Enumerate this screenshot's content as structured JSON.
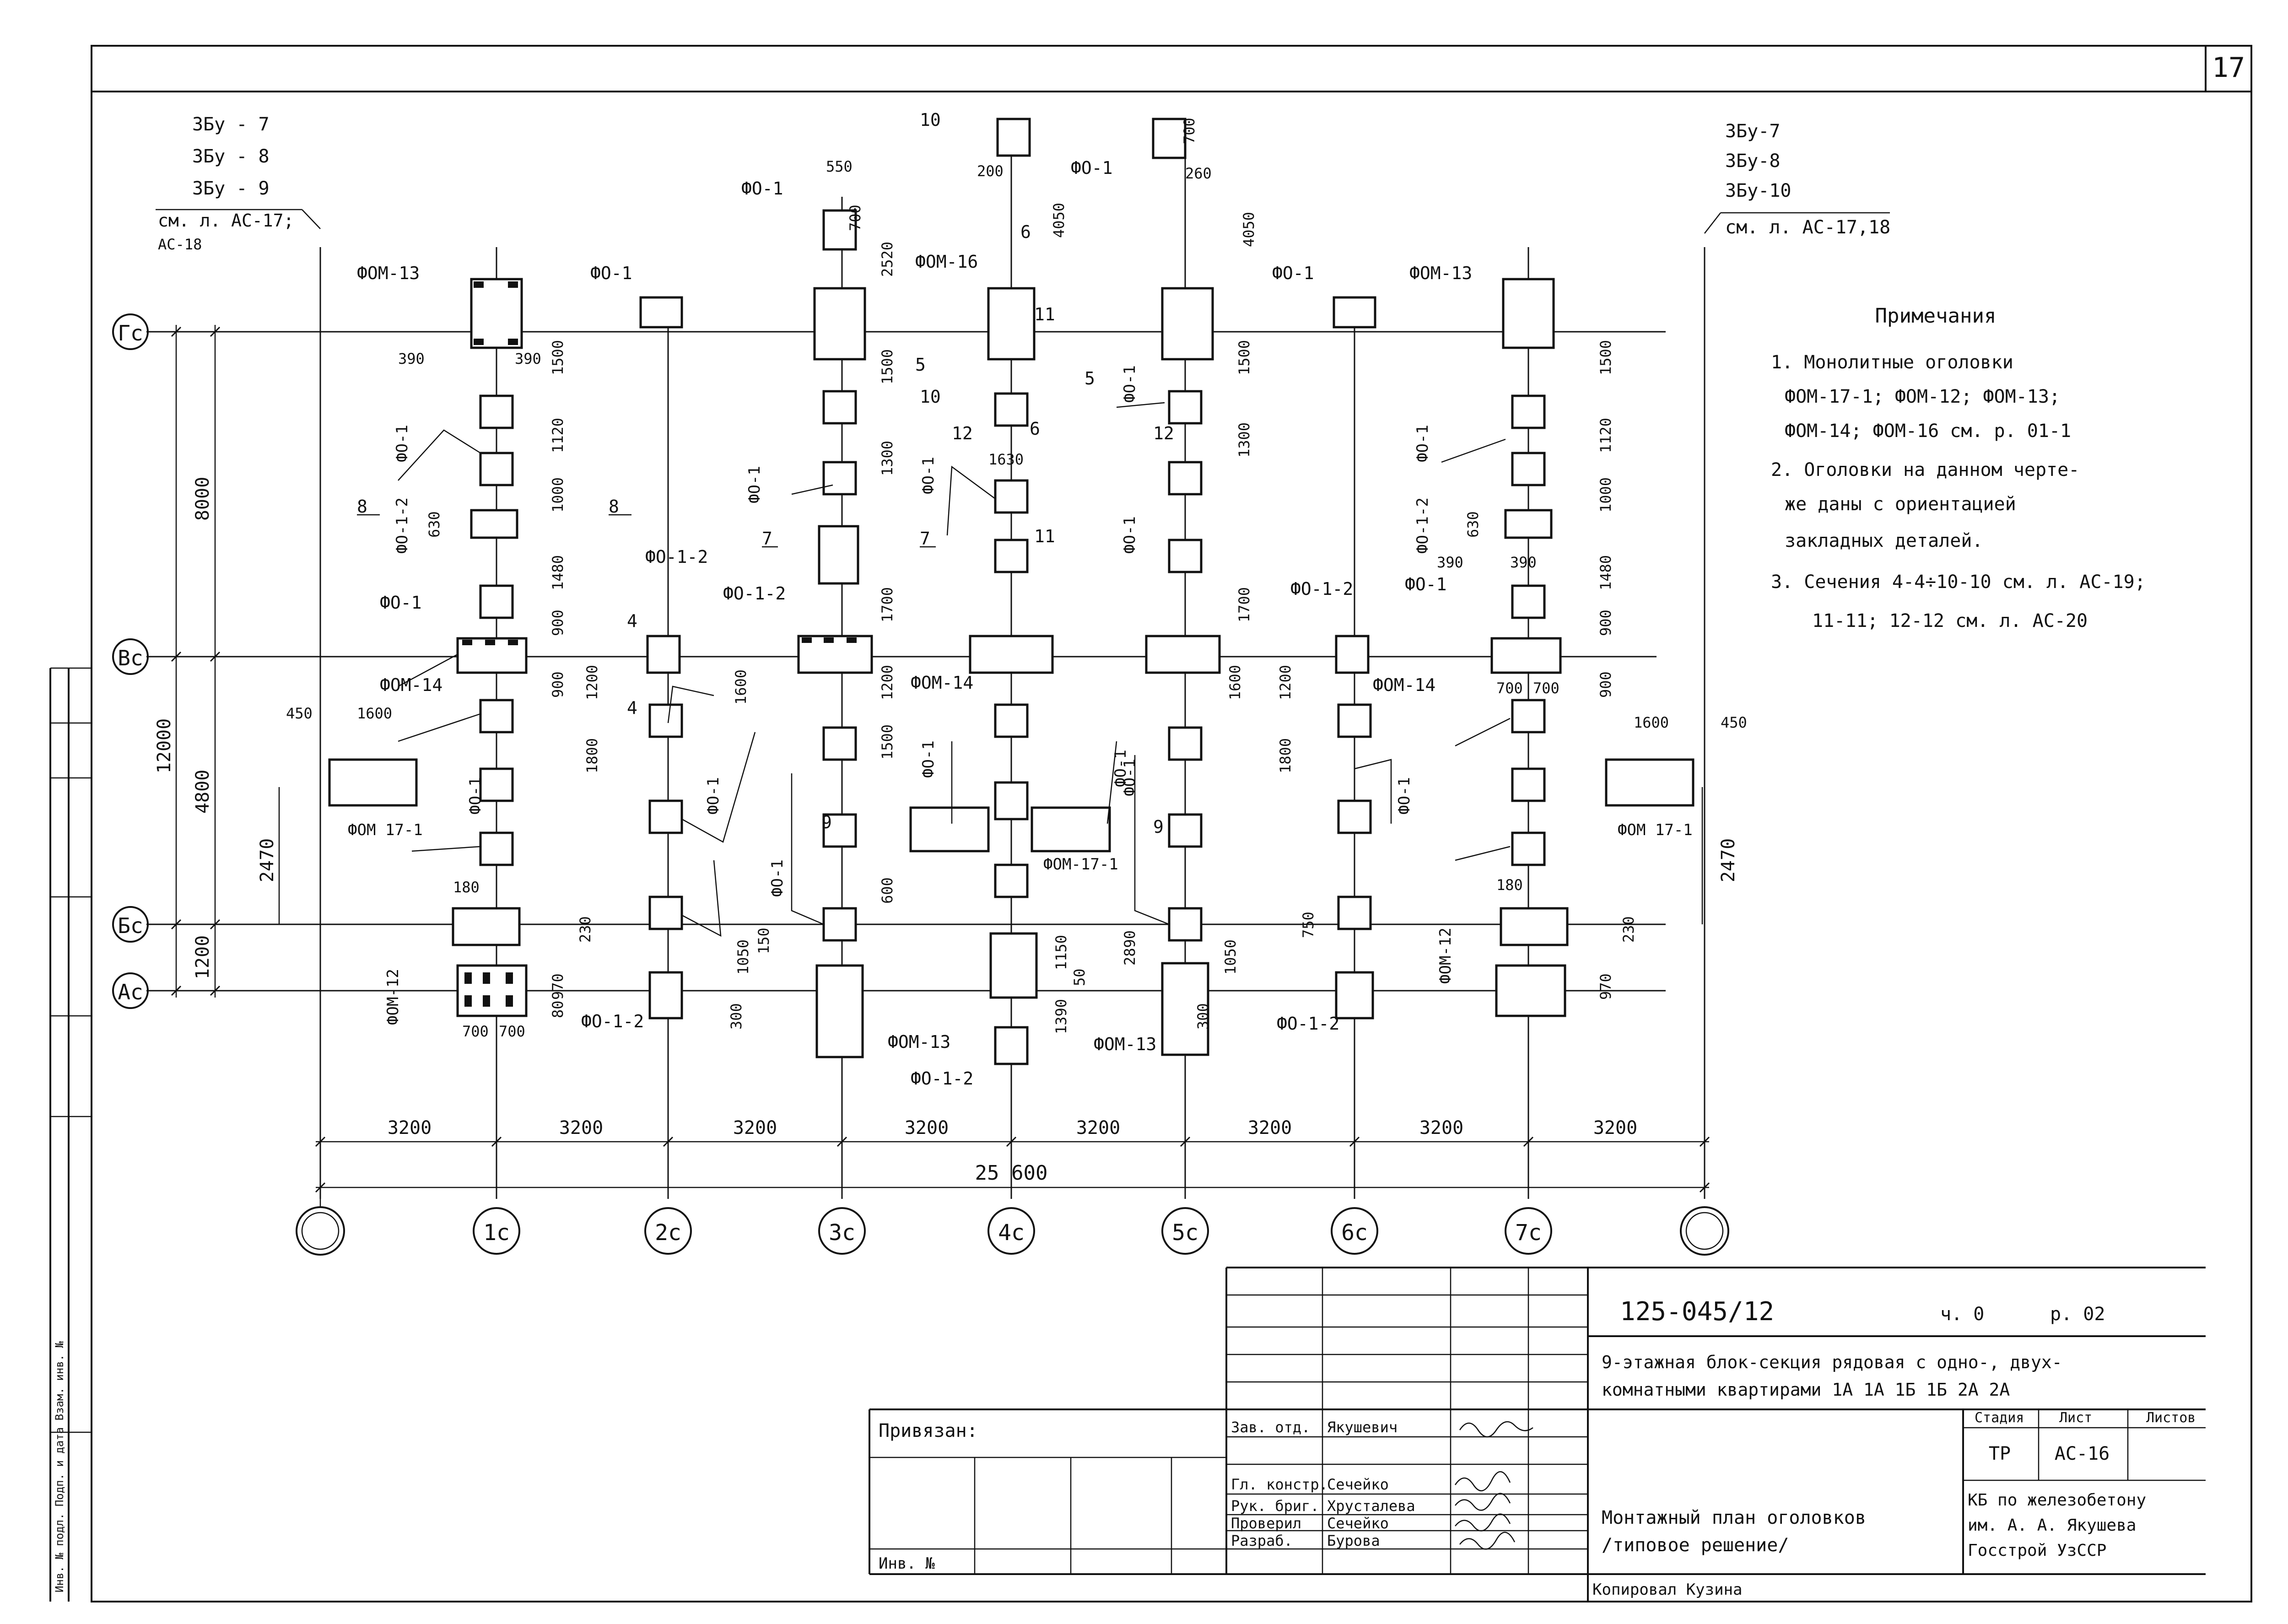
{
  "sheet": {
    "number": "17"
  },
  "axes": {
    "rows": [
      "Гс",
      "Вс",
      "Бс",
      "Ас"
    ],
    "columns": [
      "",
      "1с",
      "2с",
      "3с",
      "4с",
      "5с",
      "6с",
      "7с",
      ""
    ]
  },
  "row_dims": {
    "left_total": "12000",
    "left_upper": "8000",
    "left_mid": "4800",
    "left_lower": "1200",
    "right_2470": "2470"
  },
  "bottom_dims": {
    "spans": [
      "3200",
      "3200",
      "3200",
      "3200",
      "3200",
      "3200",
      "3200",
      "3200"
    ],
    "total": "25 600"
  },
  "top_refs": {
    "left": [
      "3Бу - 7",
      "3Бу - 8",
      "3Бу - 9",
      "см. л. АС-17;",
      "АС-18"
    ],
    "right": [
      "3Бу-7",
      "3Бу-8",
      "3Бу-10",
      "см. л. АС-17,18"
    ]
  },
  "labels": {
    "fom13": "ФОМ-13",
    "fom14": "ФОМ-14",
    "fom16": "ФОМ-16",
    "fom12": "ФОМ-12",
    "fom171": "ФОМ 17-1",
    "fom171b": "ФОМ-17-1",
    "fo1": "ФО-1",
    "fo12": "ФО-1-2",
    "sec": [
      "4",
      "5",
      "6",
      "7",
      "8",
      "9",
      "10",
      "11",
      "12"
    ]
  },
  "dim_values": [
    "550",
    "700",
    "200",
    "260",
    "4050",
    "2520",
    "1500",
    "1300",
    "1120",
    "1000",
    "1480",
    "900",
    "1200",
    "1600",
    "1800",
    "1700",
    "1630",
    "1500",
    "390",
    "630",
    "700",
    "450",
    "1600",
    "180",
    "970",
    "230",
    "80",
    "300",
    "1150",
    "1390",
    "1050",
    "2890",
    "150",
    "750",
    "600",
    "50"
  ],
  "notes": {
    "title": "Примечания",
    "lines": [
      "1. Монолитные оголовки",
      "ФОМ-17-1; ФОМ-12; ФОМ-13;",
      "ФОМ-14; ФОМ-16 см. р. 01-1",
      "2. Оголовки на данном черте-",
      "же даны с ориентацией",
      "закладных деталей.",
      "3. Сечения 4-4÷10-10 см. л. АС-19;",
      "11-11; 12-12 см. л. АС-20"
    ]
  },
  "title_block": {
    "code": "125-045/12",
    "part": "ч. 0",
    "section": "р. 02",
    "project_line1": "9-этажная блок-секция рядовая с одно-, двух-",
    "project_line2": "комнатными квартирами 1А 1А 1Б 1Б 2А 2А",
    "privyazan": "Привязан:",
    "inv": "Инв. №",
    "stage_h": "Стадия",
    "sheet_h": "Лист",
    "sheets_h": "Листов",
    "stage": "ТР",
    "sheet": "АС-16",
    "drawing_title1": "Монтажный план оголовков",
    "drawing_title2": "/типовое решение/",
    "org_line1": "КБ по железобетону",
    "org_line2": "им. А. А. Якушева",
    "org_line3": "Госстрой УзССР",
    "roles": [
      {
        "role": "Зав. отд.",
        "name": "Якушевич"
      },
      {
        "role": "Гл. констр.",
        "name": "Сечейко"
      },
      {
        "role": "Рук. бриг.",
        "name": "Хрусталева"
      },
      {
        "role": "Проверил",
        "name": "Сечейко"
      },
      {
        "role": "Разраб.",
        "name": "Бурова"
      }
    ],
    "footer": "Копировал   Кузина"
  },
  "side_stamp": "Инв. № подл.   Подп. и дата   Взам. инв. №"
}
